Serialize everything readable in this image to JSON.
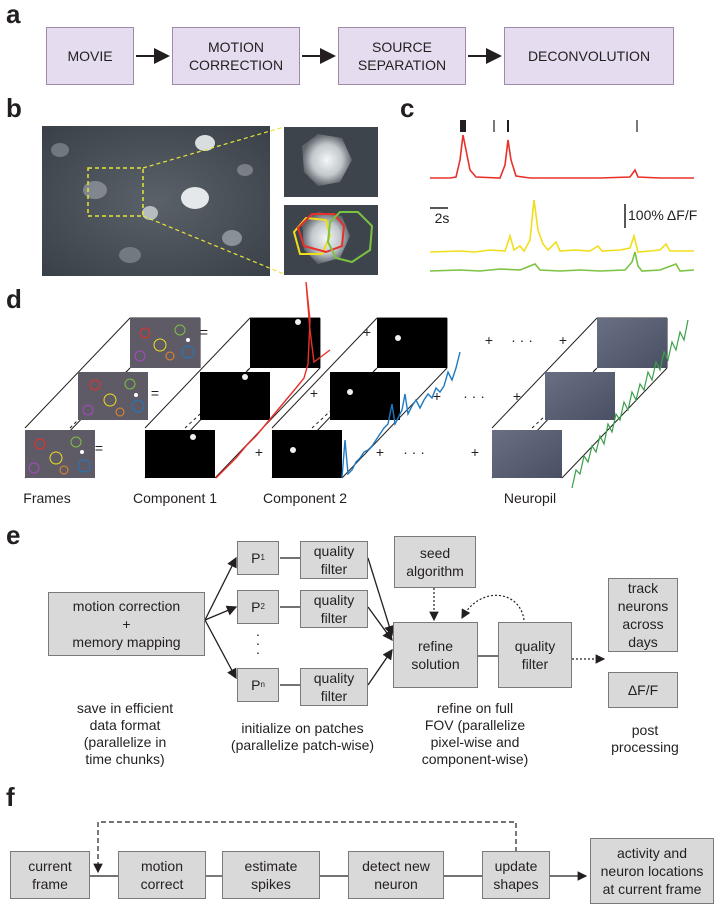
{
  "panels": {
    "a": "a",
    "b": "b",
    "c": "c",
    "d": "d",
    "e": "e",
    "f": "f"
  },
  "a": {
    "movie": "MOVIE",
    "motion_correction": "MOTION\nCORRECTION",
    "source_separation": "SOURCE\nSEPARATION",
    "deconvolution": "DECONVOLUTION"
  },
  "c": {
    "time_scale": "2s",
    "df_scale": "100% ΔF/F"
  },
  "d": {
    "frames": "Frames",
    "component1": "Component 1",
    "component2": "Component 2",
    "neuropil": "Neuropil",
    "equals": "=",
    "plus": "+",
    "dots": "· · ·"
  },
  "e": {
    "input": "motion correction\n+\nmemory mapping",
    "p": "P",
    "p1_sub": "1",
    "p2_sub": "2",
    "pn_sub": "n",
    "vdots": "·\n·\n·",
    "quality_filter": "quality\nfilter",
    "seed": "seed\nalgorithm",
    "refine": "refine\nsolution",
    "quality_filter2": "quality\nfilter",
    "track": "track\nneurons\nacross\ndays",
    "dff": "ΔF/F",
    "cap1": "save in efficient\ndata format\n(parallelize in\ntime chunks)",
    "cap2": "initialize on patches\n(parallelize patch-wise)",
    "cap3": "refine on full\nFOV (parallelize\npixel-wise and\ncomponent-wise)",
    "cap4": "post\nprocessing"
  },
  "f": {
    "current_frame": "current\nframe",
    "motion_correct": "motion\ncorrect",
    "estimate_spikes": "estimate\nspikes",
    "detect_new": "detect new\nneuron",
    "update_shapes": "update\nshapes",
    "output": "activity and\nneuron locations\nat current frame"
  },
  "colors": {
    "purple_fill": "#e5dcef",
    "gray_fill": "#d9d9d9",
    "red": "#e8302a",
    "yellow": "#f1de1b",
    "green": "#7cc242",
    "blue": "#1f7ac1",
    "green_trace": "#3aa04a"
  }
}
